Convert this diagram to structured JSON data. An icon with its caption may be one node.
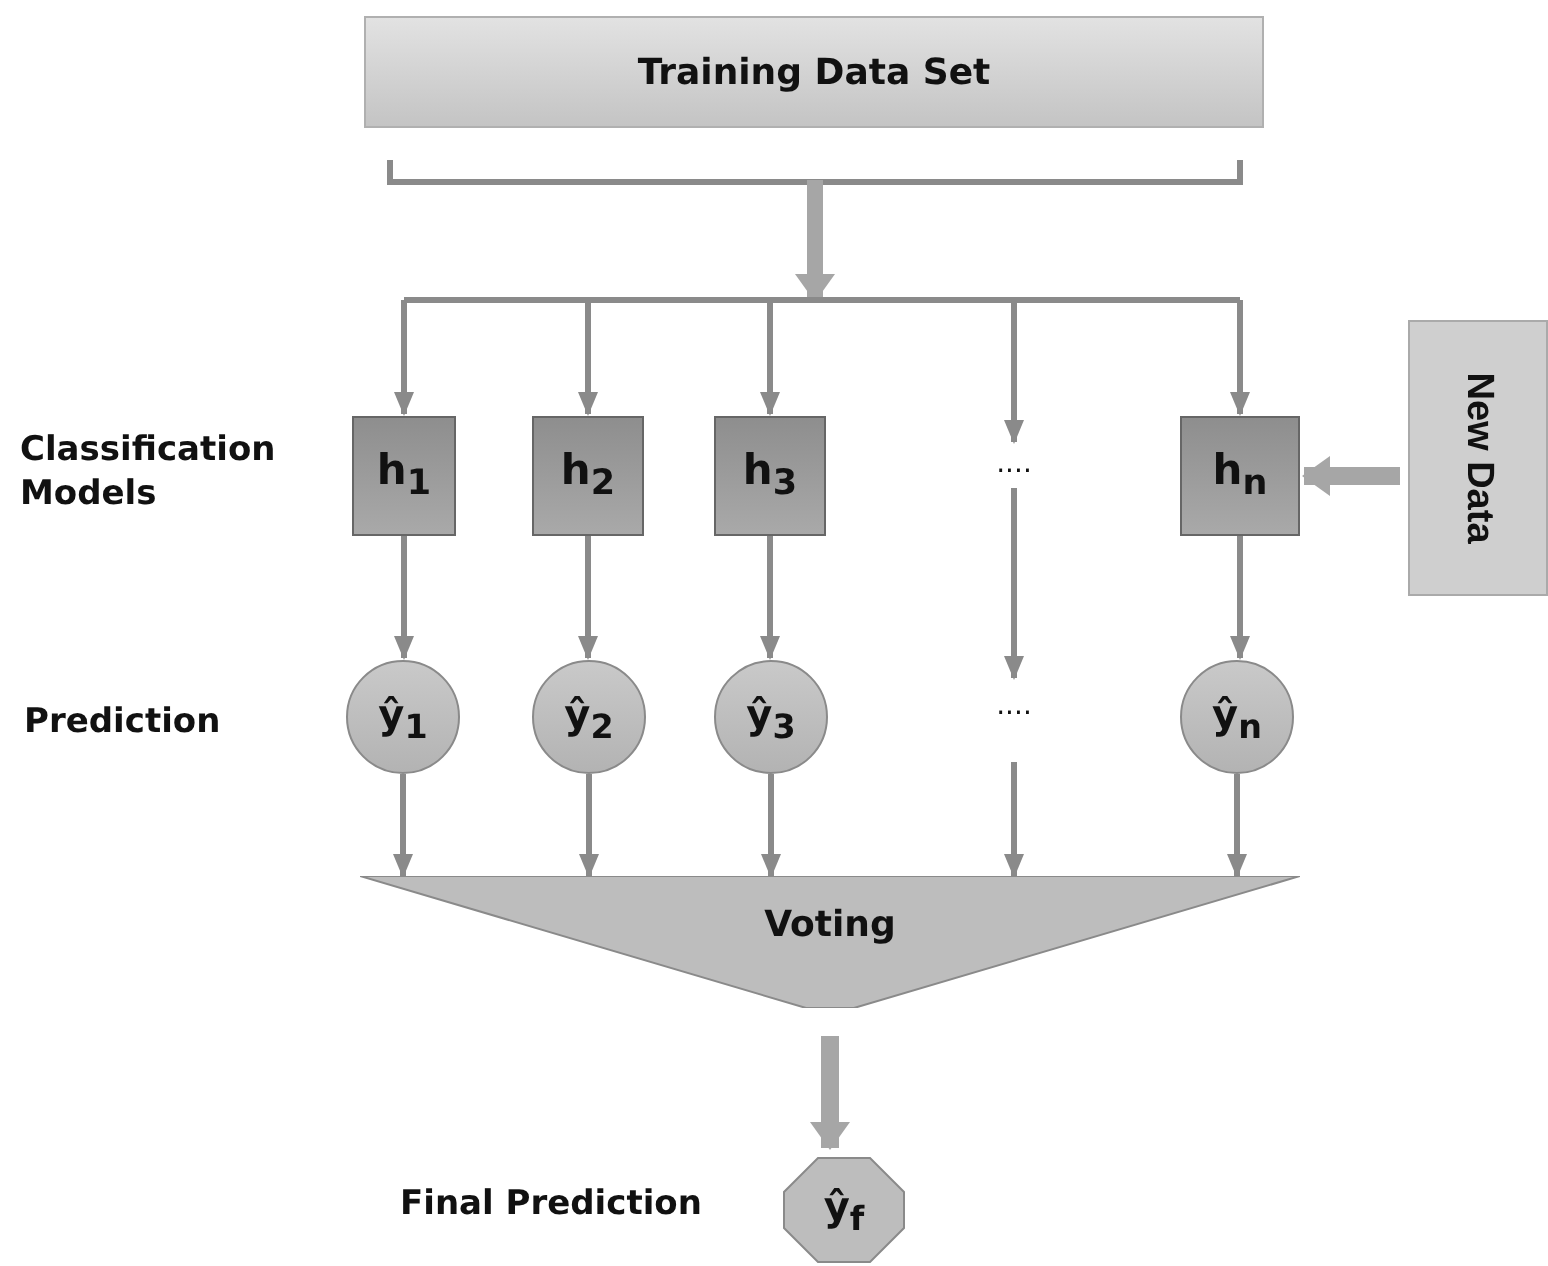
{
  "diagram": {
    "nodes": [
      {
        "text": [
          "Training Data Set"
        ]
      },
      {
        "text": [
          "h$_{1}$"
        ]
      },
      {
        "text": [
          "h$_{2}$"
        ]
      },
      {
        "text": [
          "h$_{3}$"
        ]
      },
      {
        "text": [
          "...."
        ]
      },
      {
        "text": [
          "h$_{n}$"
        ]
      },
      {
        "text": [
          "New Data"
        ]
      },
      {
        "text": [
          "ŷ$_{1}$"
        ]
      },
      {
        "text": [
          "ŷ$_{2}$"
        ]
      },
      {
        "text": [
          "ŷ$_{3}$"
        ]
      },
      {
        "text": [
          "...."
        ]
      },
      {
        "text": [
          "ŷ$_{n}$"
        ]
      },
      {
        "text": [
          "Voting"
        ]
      },
      {
        "text": [
          "ŷ$_{f}$"
        ]
      }
    ],
    "edges": [
      {
        "from": 0,
        "to": 1,
        "arrow": "to"
      },
      {
        "from": 0,
        "to": 2,
        "arrow": "to"
      },
      {
        "from": 0,
        "to": 3,
        "arrow": "to"
      },
      {
        "from": 0,
        "to": 4,
        "arrow": "to"
      },
      {
        "from": 0,
        "to": 5,
        "arrow": "to"
      },
      {
        "from": 6,
        "to": 5,
        "arrow": "to",
        "style": "thick"
      },
      {
        "from": 1,
        "to": 7,
        "arrow": "to"
      },
      {
        "from": 2,
        "to": 8,
        "arrow": "to"
      },
      {
        "from": 3,
        "to": 9,
        "arrow": "to"
      },
      {
        "from": 4,
        "to": 10,
        "arrow": "to"
      },
      {
        "from": 5,
        "to": 11,
        "arrow": "to"
      },
      {
        "from": 7,
        "to": 12,
        "arrow": "to"
      },
      {
        "from": 8,
        "to": 12,
        "arrow": "to"
      },
      {
        "from": 9,
        "to": 12,
        "arrow": "to"
      },
      {
        "from": 10,
        "to": 12,
        "arrow": "to"
      },
      {
        "from": 11,
        "to": 12,
        "arrow": "to"
      },
      {
        "from": 12,
        "to": 13,
        "arrow": "to",
        "style": "thick"
      }
    ],
    "labels": [
      "Classification Models",
      "Prediction",
      "Final Prediction"
    ]
  }
}
